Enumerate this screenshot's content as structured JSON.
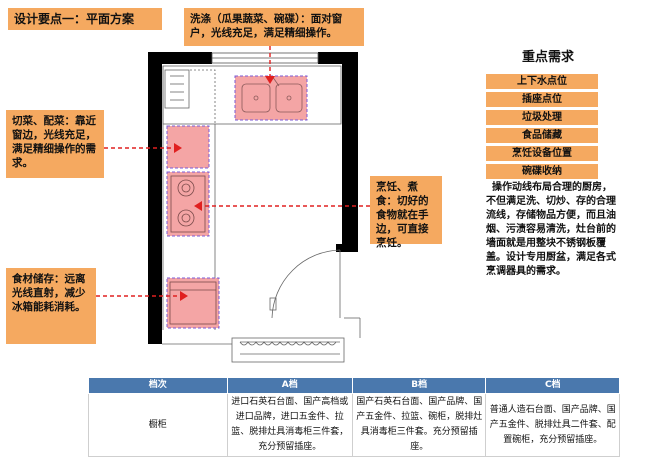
{
  "slide_title": "设计要点一：平面方案",
  "callouts": {
    "wash": "洗涤（瓜果蔬菜、碗碟）：面对窗户，光线充足，满足精细操作。",
    "prep": "切菜、配菜：靠近窗边，光线充足，满足精细操作的需求。",
    "cook": "烹饪、煮食：切好的食物就在手边，可直接烹饪。",
    "store": "食材储存：远离光线直射，减少冰箱能耗消耗。"
  },
  "requirements": {
    "title": "重点需求",
    "items": [
      "上下水点位",
      "插座点位",
      "垃圾处理",
      "食品储藏",
      "烹饪设备位置",
      "碗碟收纳"
    ]
  },
  "description": "操作动线布局合理的厨房，不但满足洗、切炒、存的合理流线，存储物品方便，而且油烟、污渍容易清洗，灶台前的墙面就是用整块不锈钢板覆盖。设计专用厨盆，满足各式烹调器具的需求。",
  "colors": {
    "accent": "#f5a960",
    "zone_fill": "#f4a5a5",
    "zone_border": "#7b5bd6",
    "arrow": "#e02020",
    "table_header": "#4a78ad",
    "wall": "#000000"
  },
  "table": {
    "headers": [
      "档次",
      "A档",
      "B档",
      "C档"
    ],
    "rows": [
      {
        "label": "橱柜",
        "a": "进口石英石台面、国产高档或进口品牌，进口五金件、拉篮、脱排灶具消毒柜三件套，充分预留插座。",
        "b": "国产石英石台面、国产品牌、国产五金件、拉篮、碗柜，脱排灶具消毒柜三件套。充分预留插座。",
        "c": "普通人造石台面、国产品牌、国产五金件、脱排灶具二件套、配置碗柜，充分预留插座。"
      }
    ]
  }
}
